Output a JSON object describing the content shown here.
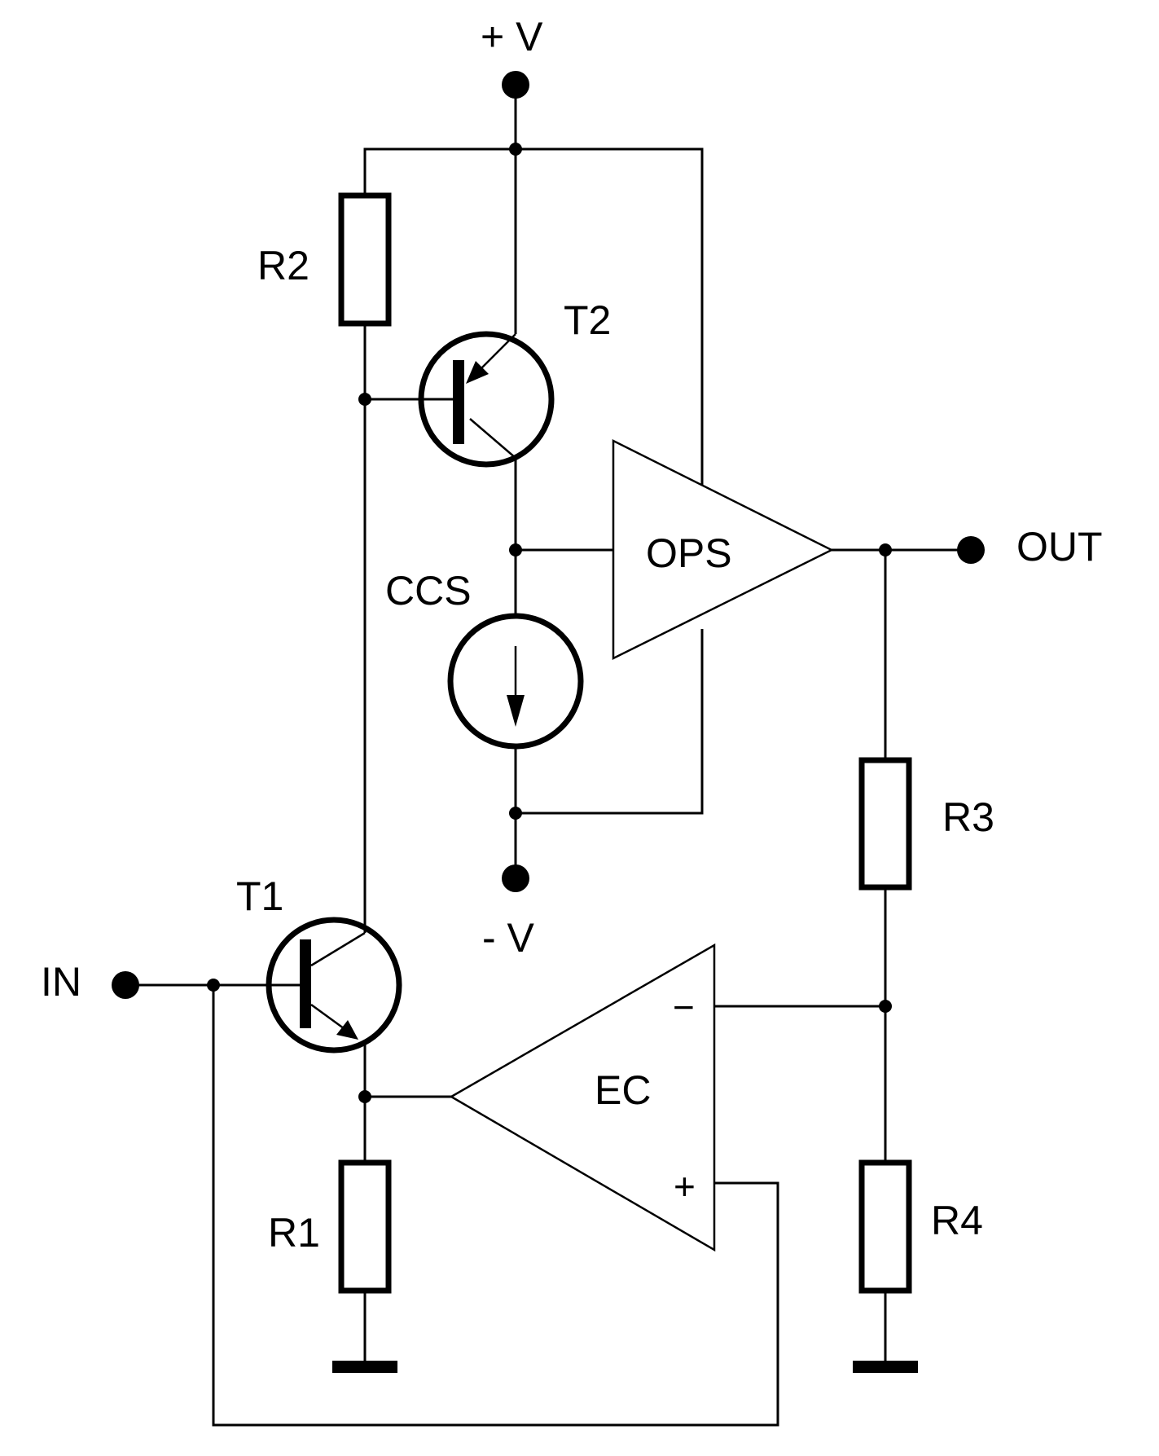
{
  "labels": {
    "vplus": "+ V",
    "vminus": "- V",
    "input": "IN",
    "output": "OUT",
    "r1": "R1",
    "r2": "R2",
    "r3": "R3",
    "r4": "R4",
    "t1": "T1",
    "t2": "T2",
    "ccs": "CCS",
    "ops": "OPS",
    "ec": "EC",
    "ec_minus": "−",
    "ec_plus": "+"
  }
}
